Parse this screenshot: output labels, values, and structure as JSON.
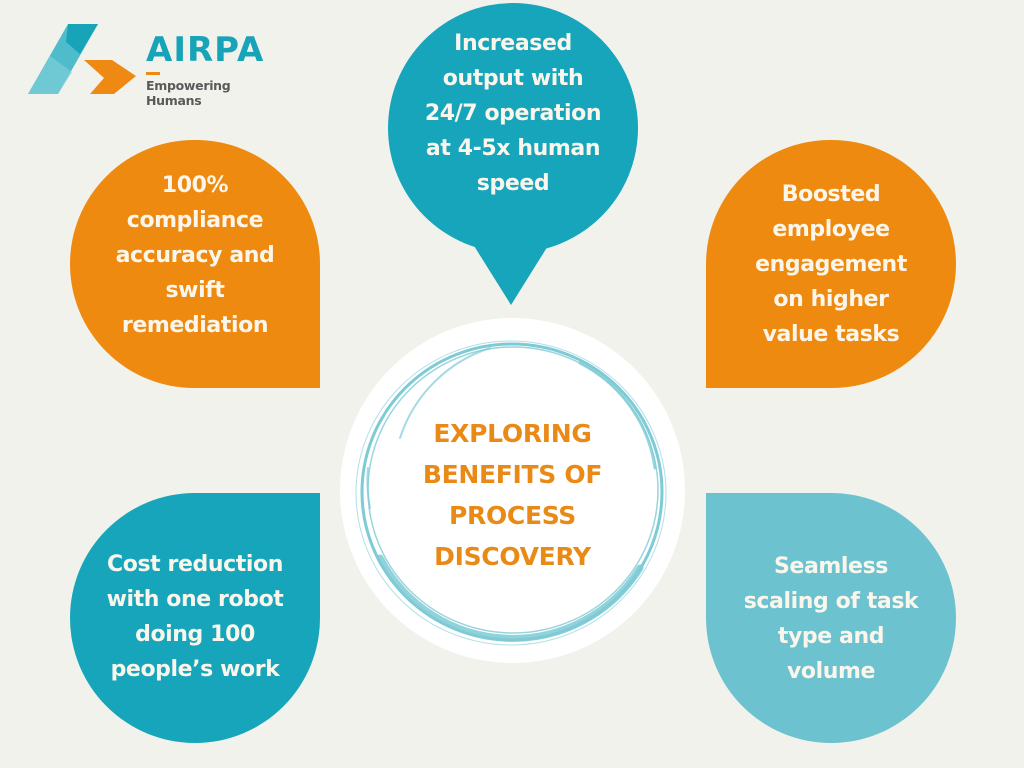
{
  "brand": {
    "name": "AIRPA",
    "tagline": "Empowering Humans",
    "colors": {
      "teal": "#17a3b8",
      "orange": "#ee8a13",
      "tagline_gray": "#5a5a5a"
    }
  },
  "center": {
    "title": "EXPLORING\nBENEFITS OF\nPROCESS\nDISCOVERY",
    "title_color": "#e98a17",
    "ring_color": "#7ecad5"
  },
  "benefits": {
    "top": {
      "text": "Increased\noutput with\n24/7 operation\nat 4-5x human\nspeed",
      "color": "#16a5bb"
    },
    "top_left": {
      "text": "100%\ncompliance\naccuracy and\nswift\nremediation",
      "color": "#ee8a10"
    },
    "top_right": {
      "text": "Boosted\nemployee\nengagement\non higher\nvalue tasks",
      "color": "#ee8a10"
    },
    "bottom_left": {
      "text": "Cost reduction\nwith one robot\ndoing 100\npeople’s work",
      "color": "#16a5bb"
    },
    "bottom_right": {
      "text": "Seamless\nscaling of task\ntype and\nvolume",
      "color": "#6dc2cf"
    }
  },
  "background_color": "#f2f2ec"
}
